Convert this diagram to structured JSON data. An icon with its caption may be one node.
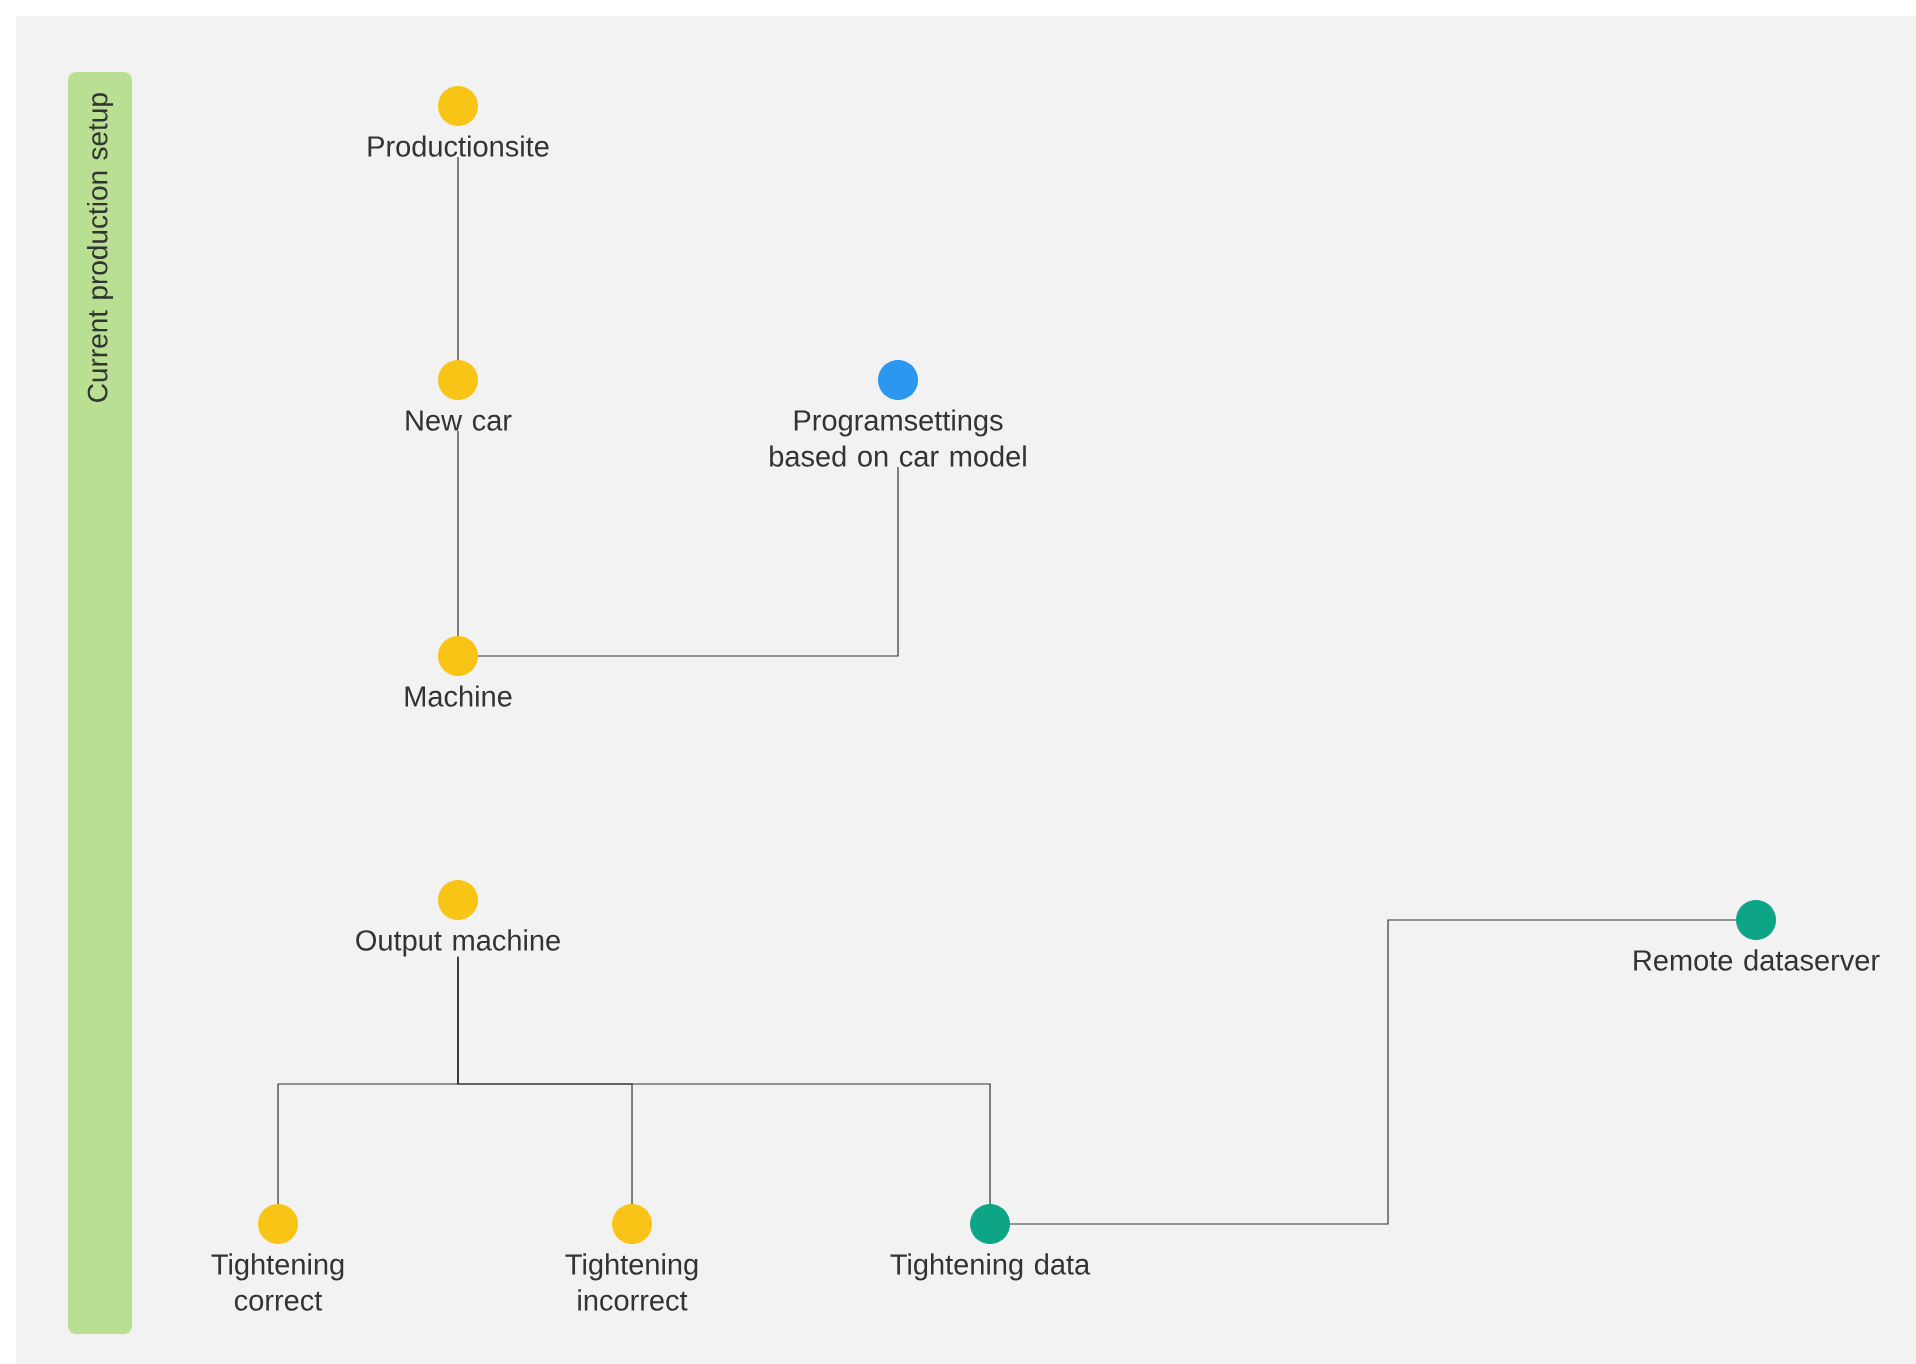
{
  "diagram": {
    "nodes": [
      {
        "text": [
          "Current production setup"
        ]
      },
      {
        "text": [
          "Productionsite"
        ]
      },
      {
        "text": [
          "New car"
        ]
      },
      {
        "text": [
          "Programsettings based on car model"
        ]
      },
      {
        "text": [
          "Machine"
        ]
      },
      {
        "text": [
          "Output machine"
        ]
      },
      {
        "text": [
          "Tightening correct"
        ]
      },
      {
        "text": [
          "Tightening incorrect"
        ]
      },
      {
        "text": [
          "Tightening data"
        ]
      },
      {
        "text": [
          "Remote dataserver"
        ]
      }
    ],
    "edges": [
      {
        "from": 1,
        "to": 2,
        "arrow": "none"
      },
      {
        "from": 2,
        "to": 4,
        "arrow": "none"
      },
      {
        "from": 3,
        "to": 4,
        "arrow": "none"
      },
      {
        "from": 5,
        "to": 6,
        "arrow": "none"
      },
      {
        "from": 5,
        "to": 7,
        "arrow": "none"
      },
      {
        "from": 5,
        "to": 8,
        "arrow": "none"
      },
      {
        "from": 8,
        "to": 9,
        "arrow": "none"
      }
    ]
  }
}
